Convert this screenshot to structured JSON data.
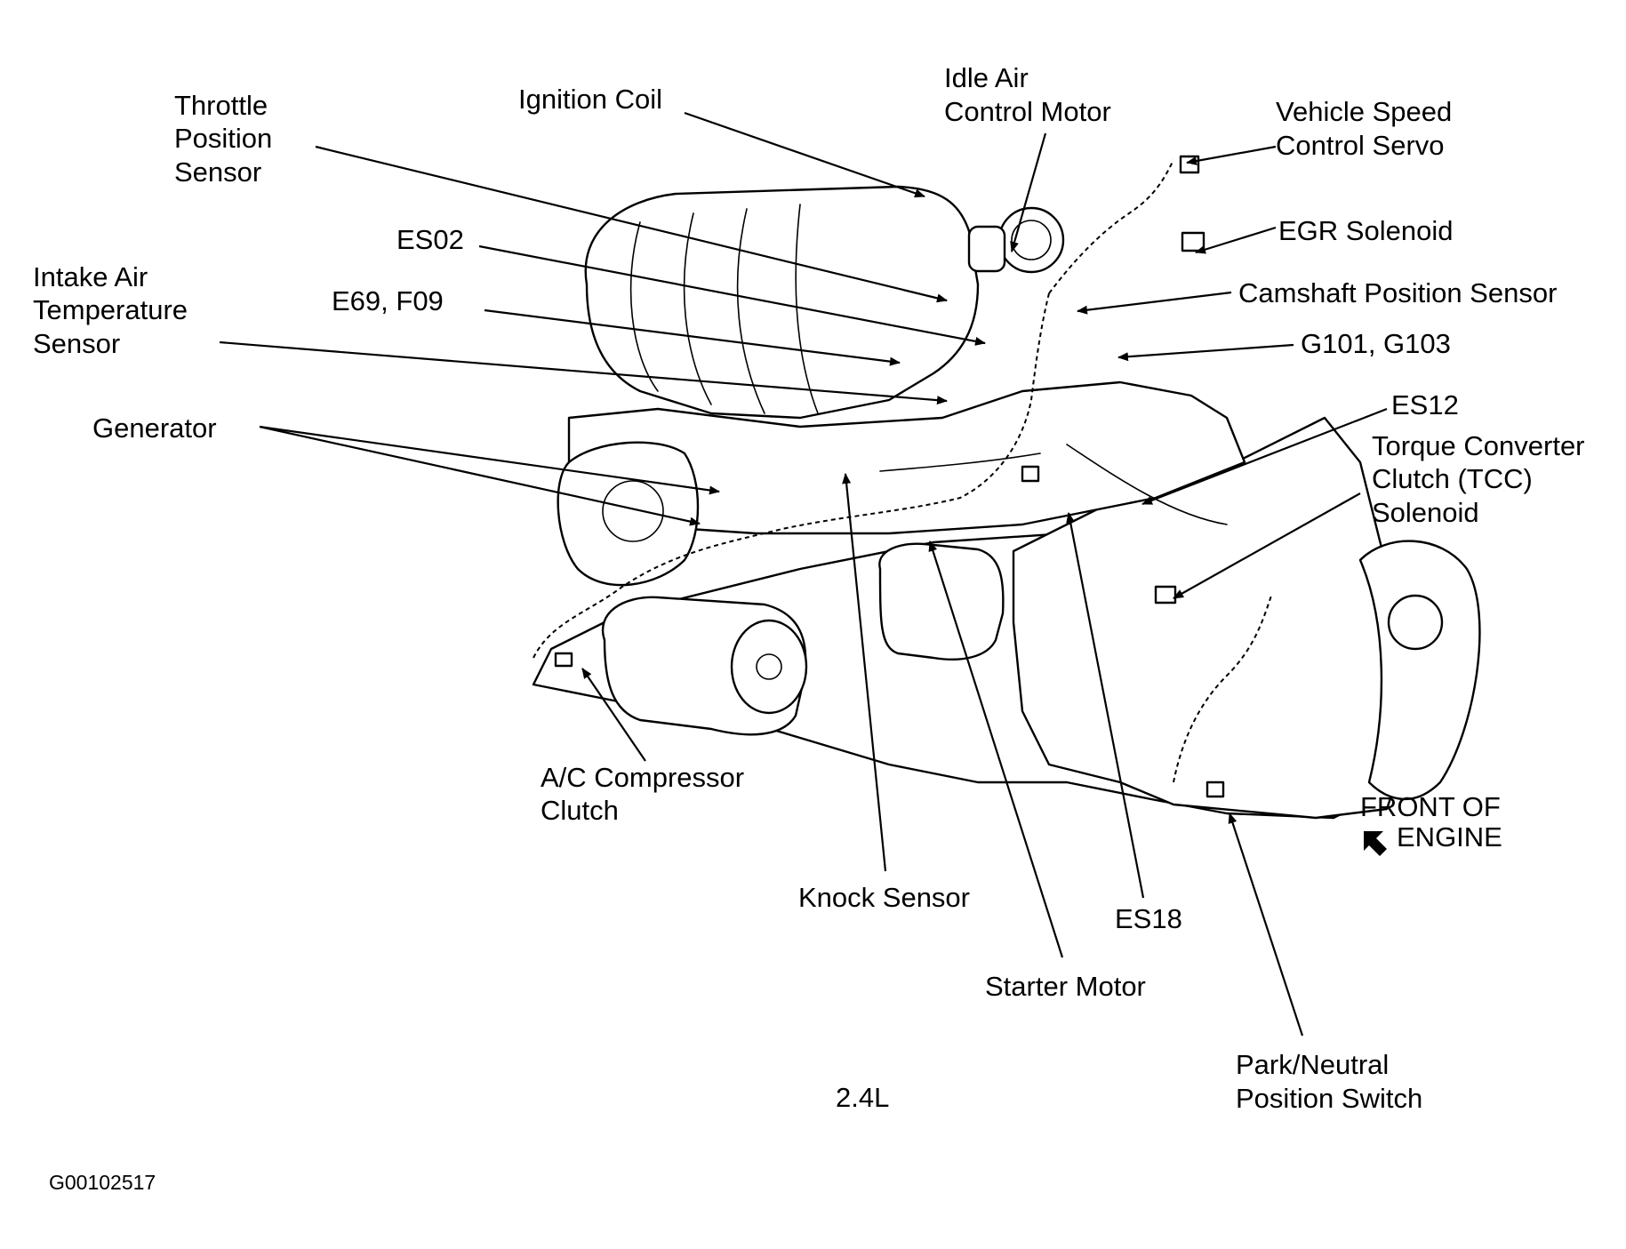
{
  "labels": {
    "throttle": [
      "Throttle",
      "Position",
      "Sensor"
    ],
    "ignition": "Ignition Coil",
    "idle_air": [
      "Idle Air",
      "Control Motor"
    ],
    "speed_servo": [
      "Vehicle Speed",
      "Control Servo"
    ],
    "es02": "ES02",
    "egr": "EGR Solenoid",
    "intake_air": [
      "Intake Air",
      "Temperature",
      "Sensor"
    ],
    "e69": "E69, F09",
    "camshaft": "Camshaft Position Sensor",
    "g101": "G101, G103",
    "generator": "Generator",
    "es12": "ES12",
    "tcc": [
      "Torque Converter",
      "Clutch (TCC)",
      "Solenoid"
    ],
    "ac": [
      "A/C Compressor",
      "Clutch"
    ],
    "front": [
      "FRONT OF",
      "ENGINE"
    ],
    "knock": "Knock Sensor",
    "es18": "ES18",
    "starter": "Starter Motor",
    "park": [
      "Park/Neutral",
      "Position Switch"
    ],
    "engine_size": "2.4L",
    "figure_id": "G00102517"
  }
}
